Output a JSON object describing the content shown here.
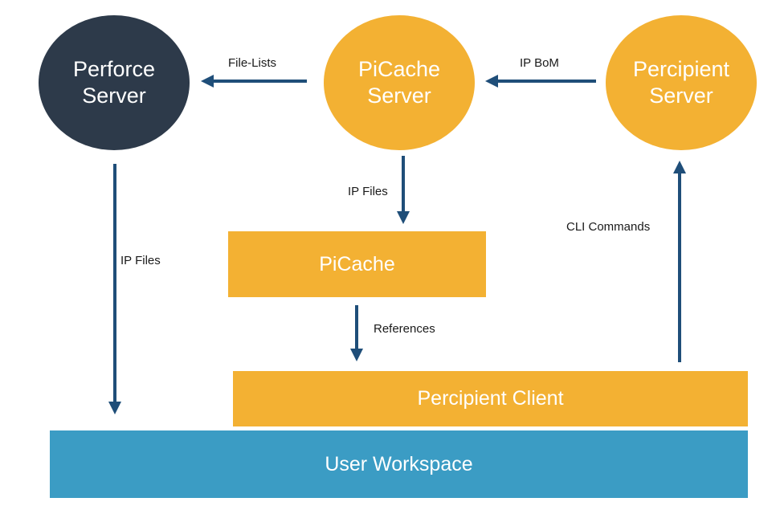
{
  "nodes": {
    "perforce_server": "Perforce\nServer",
    "picache_server": "PiCache\nServer",
    "percipient_server": "Percipient\nServer",
    "picache": "PiCache",
    "percipient_client": "Percipient Client",
    "user_workspace": "User Workspace"
  },
  "edges": {
    "file_lists": "File-Lists",
    "ip_bom": "IP BoM",
    "ip_files_picache": "IP Files",
    "ip_files_perforce": "IP Files",
    "cli_commands": "CLI Commands",
    "references": "References"
  },
  "colors": {
    "perforce": "#2d3a4a",
    "orange": "#f3b133",
    "workspace": "#3b9cc4",
    "arrow": "#1f4e79"
  }
}
